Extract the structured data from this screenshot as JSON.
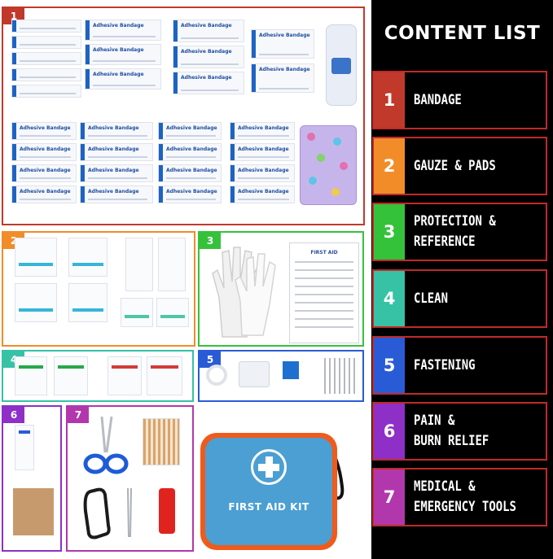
{
  "content_list": {
    "title": "CONTENT LIST",
    "items": [
      {
        "number": "1",
        "lines": [
          "BANDAGE"
        ],
        "color": "#c0392b"
      },
      {
        "number": "2",
        "lines": [
          "GAUZE & PADS"
        ],
        "color": "#f28c28"
      },
      {
        "number": "3",
        "lines": [
          "PROTECTION &",
          "REFERENCE"
        ],
        "color": "#35c23b"
      },
      {
        "number": "4",
        "lines": [
          "CLEAN"
        ],
        "color": "#37c1a5"
      },
      {
        "number": "5",
        "lines": [
          "FASTENING"
        ],
        "color": "#2a5bd6"
      },
      {
        "number": "6",
        "lines": [
          "PAIN &",
          "BURN RELIEF"
        ],
        "color": "#8e2fc8"
      },
      {
        "number": "7",
        "lines": [
          "MEDICAL &",
          "EMERGENCY TOOLS"
        ],
        "color": "#b237ad"
      }
    ]
  },
  "panels": {
    "p1": {
      "badge": "1"
    },
    "p2": {
      "badge": "2"
    },
    "p3": {
      "badge": "3"
    },
    "p4": {
      "badge": "4"
    },
    "p5": {
      "badge": "5"
    },
    "p6": {
      "badge": "6"
    },
    "p7": {
      "badge": "7"
    }
  },
  "products": {
    "bandage_label": "Adhesive Bandage",
    "reference_card_title": "FIRST AID",
    "case_label": "FIRST AID KIT"
  }
}
